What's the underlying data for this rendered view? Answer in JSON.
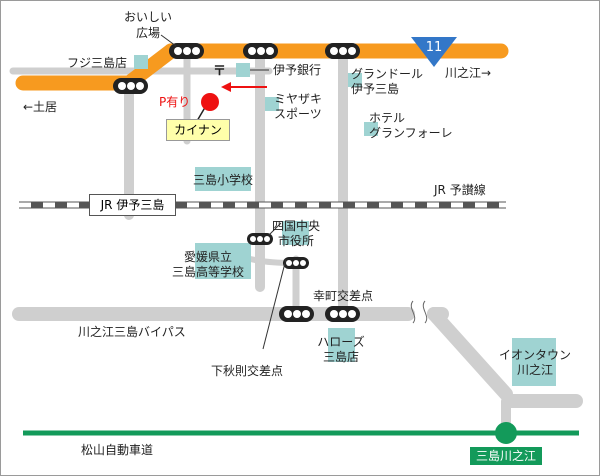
{
  "map": {
    "colors": {
      "route11": "#f79a1f",
      "roads": "#cfcfcf",
      "expressway": "#139a5a",
      "landmark": "#9fd3d2",
      "destination_marker": "#ee1111",
      "highlight_box": "#ffffaa"
    },
    "route_shield": {
      "number": "11",
      "color": "#3377c8"
    },
    "directions": {
      "west": "←土居",
      "east": "川之江→"
    },
    "landmarks": {
      "oishii_hiroba": "おいしい\n広場",
      "fuji_mishima": "フジ三島店",
      "iyo_bank": "伊予銀行",
      "grand_dore": "グランドール\n伊予三島",
      "miyazaki_sports": "ミヤザキ\nスポーツ",
      "hotel_grand": "ホテル\nグランフォーレ",
      "mishima_elem": "三島小学校",
      "shikoku_city_hall": "四国中央\n市役所",
      "mishima_high": "愛媛県立\n三島高等学校",
      "harose": "ハローズ\n三島店",
      "aeon_town": "イオンタウン\n川之江"
    },
    "destination": {
      "name": "カイナン",
      "parking": "P有り"
    },
    "rail": {
      "station": "JR 伊予三島",
      "line": "JR 予讃線"
    },
    "intersections": {
      "saiwaicho": "幸町交差点",
      "shimoakinori": "下秋則交差点"
    },
    "roads": {
      "bypass": "川之江三島バイパス",
      "expressway": "松山自動車道",
      "interchange": "三島川之江"
    },
    "icons": {
      "post_office": "〒"
    }
  }
}
